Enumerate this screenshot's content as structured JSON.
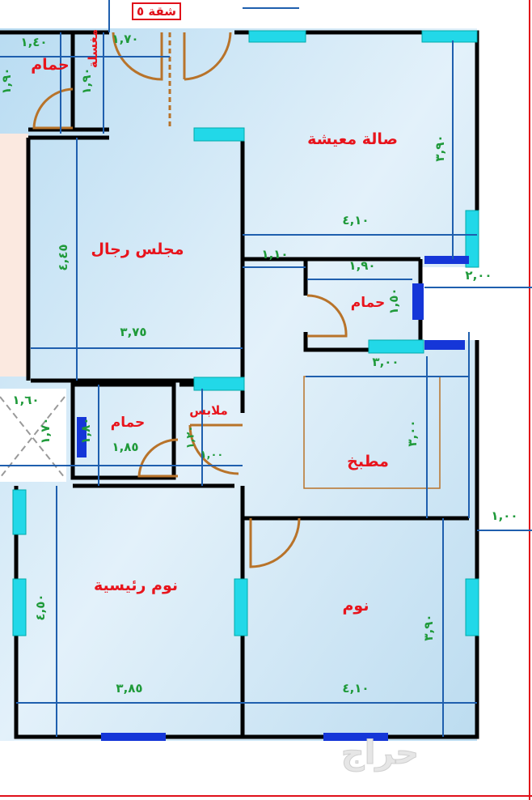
{
  "apartment_label": "شقة ٥",
  "rooms": {
    "bath_top_left": "حمام",
    "sink": "مغسلة",
    "living": "صالة معيشة",
    "men_majlis": "مجلس رجال",
    "bath_right": "حمام",
    "bath_center": "حمام",
    "closet": "ملابس",
    "kitchen": "مطبخ",
    "master_bedroom": "نوم رئيسية",
    "bedroom": "نوم"
  },
  "dimensions": {
    "bath_top_left_w": "١,٤٠",
    "bath_top_left_h": "١,٩٠",
    "sink_h": "١,٩٠",
    "entry_w": "١,٧٠",
    "living_h": "٣,٩٠",
    "living_w": "٤,١٠",
    "majlis_h": "٤,٤٥",
    "majlis_w": "٣,٧٥",
    "corridor_w": "١,١٠",
    "bath_right_w": "١,٩٠",
    "bath_right_h": "١,٥٠",
    "outside_right": "٢,٠٠",
    "kitchen_w": "٣,٠٠",
    "kitchen_h": "٣,٠٠",
    "shaft_w": "١,٦٠",
    "shaft_h": "١,٧٠",
    "bath_center_h": "١,٨٠",
    "bath_center_w": "١,٨٥",
    "closet_h": "١,٢٠",
    "closet_w": "١,٠٠",
    "setback_right": "١,٠٠",
    "master_h": "٤,٥٠",
    "master_w": "٣,٨٥",
    "bedroom_h": "٣,٩٠",
    "bedroom_w": "٤,١٠"
  },
  "watermark": "حراج",
  "colors": {
    "wall": "#000000",
    "floor": "#cfe7f5",
    "window": "#22d8e8",
    "door": "#b8732a",
    "dimension_line": "#1f5fae",
    "room_label": "#e8141c",
    "dimension_text": "#1f9a3a"
  }
}
